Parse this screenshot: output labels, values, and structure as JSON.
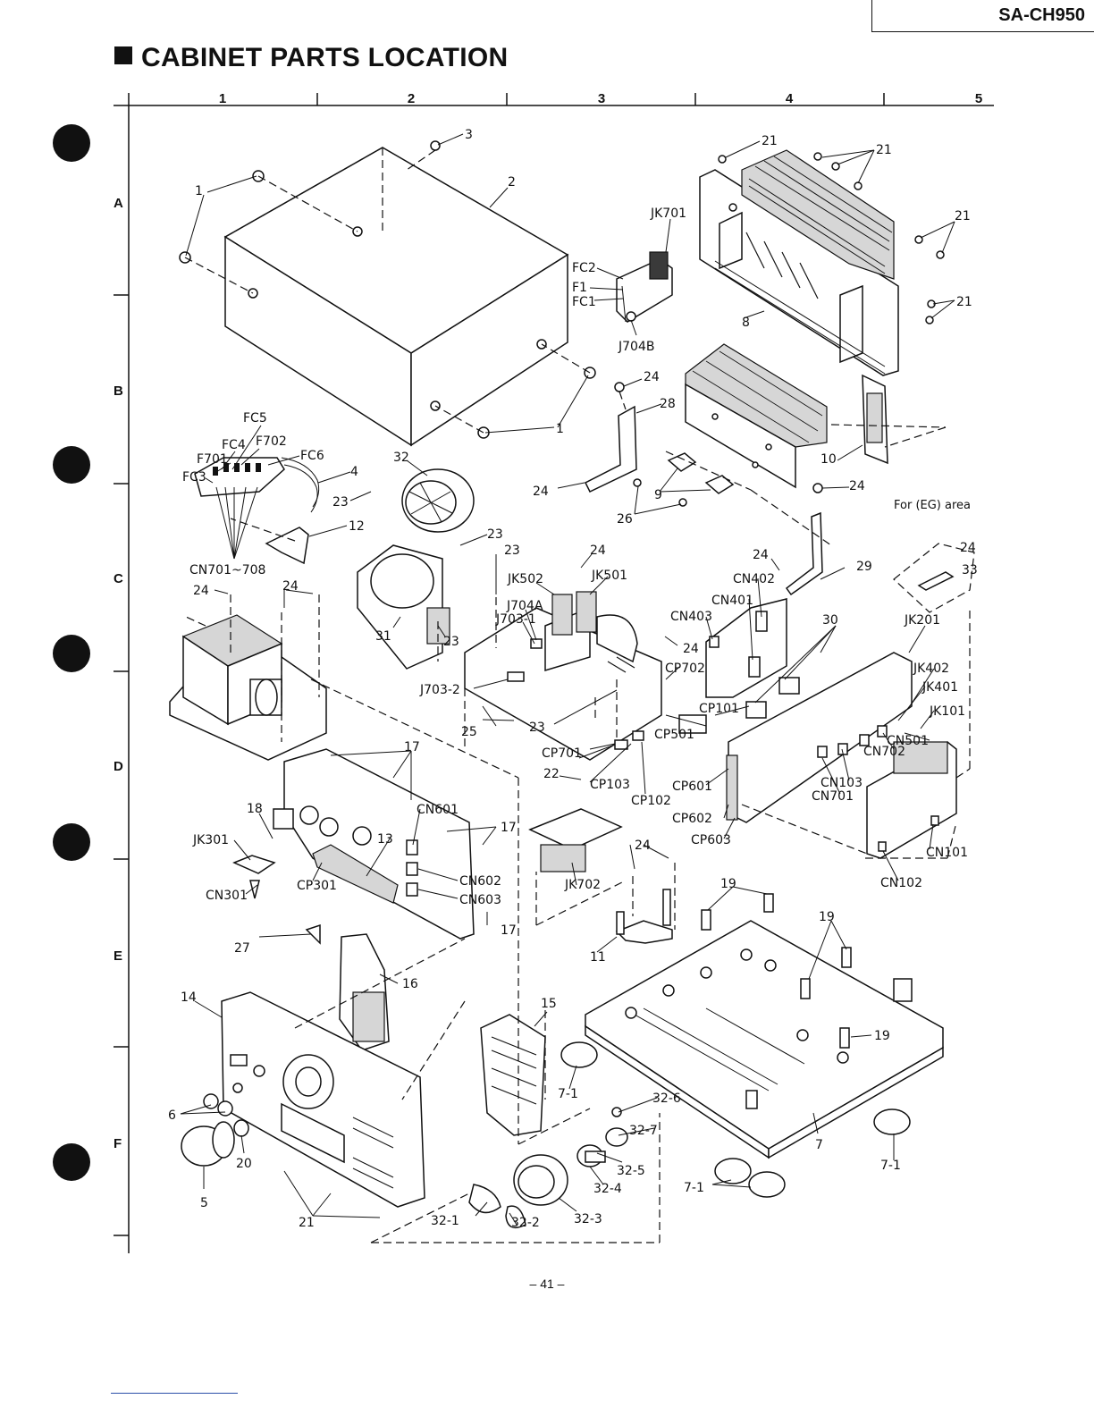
{
  "header": {
    "model": "SA-CH950",
    "title": "CABINET PARTS LOCATION",
    "page_number": "– 41 –"
  },
  "grid": {
    "columns": [
      "1",
      "2",
      "3",
      "4",
      "5"
    ],
    "rows": [
      "A",
      "B",
      "C",
      "D",
      "E",
      "F"
    ]
  },
  "note": "For (EG) area",
  "callouts": {
    "c1": "1",
    "c1b": "1",
    "c2": "2",
    "c3": "3",
    "c4": "4",
    "c5": "5",
    "c6": "6",
    "c7": "7",
    "c7_1a": "7-1",
    "c7_1b": "7-1",
    "c7_1c": "7-1",
    "c8": "8",
    "c9": "9",
    "c10": "10",
    "c11": "11",
    "c12": "12",
    "c13": "13",
    "c14": "14",
    "c15": "15",
    "c16": "16",
    "c17a": "17",
    "c17b": "17",
    "c17c": "17",
    "c18": "18",
    "c19a": "19",
    "c19b": "19",
    "c19c": "19",
    "c20": "20",
    "c21a": "21",
    "c21b": "21",
    "c21c": "21",
    "c21d": "21",
    "c21e": "21",
    "c22": "22",
    "c23a": "23",
    "c23b": "23",
    "c23c": "23",
    "c23d": "23",
    "c23e": "23",
    "c24a": "24",
    "c24b": "24",
    "c24c": "24",
    "c24d": "24",
    "c24e": "24",
    "c24f": "24",
    "c24g": "24",
    "c24h": "24",
    "c24i": "24",
    "c24j": "24",
    "c25": "25",
    "c26": "26",
    "c27": "27",
    "c28": "28",
    "c29": "29",
    "c30": "30",
    "c31": "31",
    "c32": "32",
    "c32_1": "32-1",
    "c32_2": "32-2",
    "c32_3": "32-3",
    "c32_4": "32-4",
    "c32_5": "32-5",
    "c32_6": "32-6",
    "c32_7": "32-7",
    "c33": "33",
    "jk701": "JK701",
    "fc2": "FC2",
    "f1": "F1",
    "fc1": "FC1",
    "j704b": "J704B",
    "fc5": "FC5",
    "fc4": "FC4",
    "f702": "F702",
    "fc6": "FC6",
    "f701": "F701",
    "fc3": "FC3",
    "cn701_708": "CN701~708",
    "jk502": "JK502",
    "jk501": "JK501",
    "j704a": "J704A",
    "j703_1": "J703-1",
    "j703_2": "J703-2",
    "cp702": "CP702",
    "cp101": "CP101",
    "cp501": "CP501",
    "cp701": "CP701",
    "cp103": "CP103",
    "cp102": "CP102",
    "cp601": "CP601",
    "cp602": "CP602",
    "cp603": "CP603",
    "cn402": "CN402",
    "cn401": "CN401",
    "cn403": "CN403",
    "jk201": "JK201",
    "jk402": "JK402",
    "jk401": "JK401",
    "jk101": "JK101",
    "cn501": "CN501",
    "cn702": "CN702",
    "cn103": "CN103",
    "cn701": "CN701",
    "cn101": "CN101",
    "cn102": "CN102",
    "cn601": "CN601",
    "cn602": "CN602",
    "cn603": "CN603",
    "jk301": "JK301",
    "cn301": "CN301",
    "cp301": "CP301",
    "jk702": "JK702"
  }
}
